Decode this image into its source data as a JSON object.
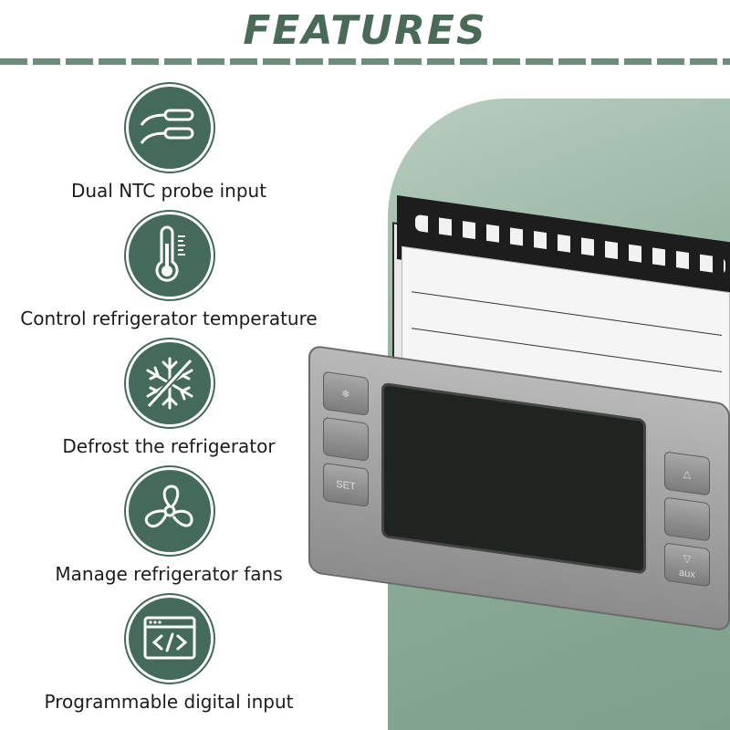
{
  "title": "FEATURES",
  "features": [
    {
      "label": "Dual NTC probe input",
      "icon": "probe-icon"
    },
    {
      "label": "Control refrigerator temperature",
      "icon": "thermometer-icon"
    },
    {
      "label": "Defrost the refrigerator",
      "icon": "snowflake-off-icon"
    },
    {
      "label": "Manage refrigerator fans",
      "icon": "fan-icon"
    },
    {
      "label": "Programmable digital input",
      "icon": "code-window-icon"
    }
  ],
  "device": {
    "buttons": {
      "set": "SET",
      "aux": "aux"
    }
  },
  "colors": {
    "accent": "#446b59",
    "title": "#4a6a58",
    "panel": "#8faf9c"
  }
}
